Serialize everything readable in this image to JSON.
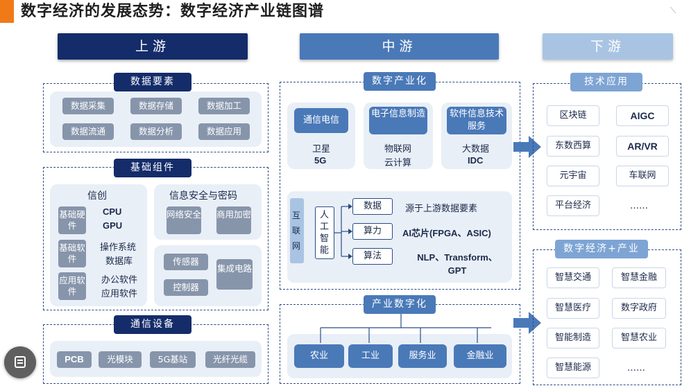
{
  "title": "数字经济的发展态势：数字经济产业链图谱",
  "corner_mark": "⟍",
  "headers": {
    "upstream": "上游",
    "midstream": "中游",
    "downstream": "下游"
  },
  "upstream": {
    "data_elements": {
      "label": "数据要素",
      "items": [
        "数据采集",
        "数据存储",
        "数据加工",
        "数据流通",
        "数据分析",
        "数据应用"
      ]
    },
    "basic_components": {
      "label": "基础组件",
      "xinchuang": {
        "title": "信创",
        "rows": [
          {
            "chip": "基础硬件",
            "lines": [
              "CPU",
              "GPU"
            ]
          },
          {
            "chip": "基础软件",
            "lines": [
              "操作系统",
              "数据库"
            ]
          },
          {
            "chip": "应用软件",
            "lines": [
              "办公软件",
              "应用软件"
            ]
          }
        ]
      },
      "security": {
        "title": "信息安全与密码",
        "items": [
          "网络安全",
          "商用加密"
        ]
      },
      "sensors": {
        "items": [
          "传感器",
          "控制器"
        ],
        "integrated": "集成电路"
      }
    },
    "comm_equipment": {
      "label": "通信设备",
      "items": [
        "PCB",
        "光模块",
        "5G基站",
        "光纤光缆"
      ]
    }
  },
  "midstream": {
    "digital_industrialization": {
      "label": "数字产业化",
      "groups": [
        {
          "head": "通信电信",
          "lines": [
            "卫星",
            "5G"
          ]
        },
        {
          "head": "电子信息制造",
          "lines": [
            "物联网",
            "云计算"
          ]
        },
        {
          "head": "软件信息技术服务",
          "lines": [
            "大数据",
            "IDC"
          ]
        }
      ],
      "internet": "互联网",
      "ai": "人工智能",
      "ai_rows": [
        {
          "chip": "数据",
          "desc": "源于上游数据要素"
        },
        {
          "chip": "算力",
          "desc": "AI芯片(FPGA、ASIC)"
        },
        {
          "chip": "算法",
          "desc": "NLP、Transform、GPT"
        }
      ]
    },
    "industrial_digitalization": {
      "label": "产业数字化",
      "items": [
        "农业",
        "工业",
        "服务业",
        "金融业"
      ]
    }
  },
  "downstream": {
    "tech_apps": {
      "label": "技术应用",
      "items": [
        "区块链",
        "AIGC",
        "东数西算",
        "AR/VR",
        "元宇宙",
        "车联网",
        "平台经济",
        "……"
      ]
    },
    "digital_plus": {
      "label": "数字经济+产业",
      "items": [
        "智慧交通",
        "智慧金融",
        "智慧医疗",
        "数字政府",
        "智能制造",
        "智慧农业",
        "智慧能源",
        "……"
      ]
    }
  },
  "colors": {
    "dark_navy": "#142c6a",
    "mid_blue": "#4a79b8",
    "light_blue": "#a9c4e3",
    "accent_orange": "#f07a18",
    "chip_gray": "#8795ab"
  }
}
